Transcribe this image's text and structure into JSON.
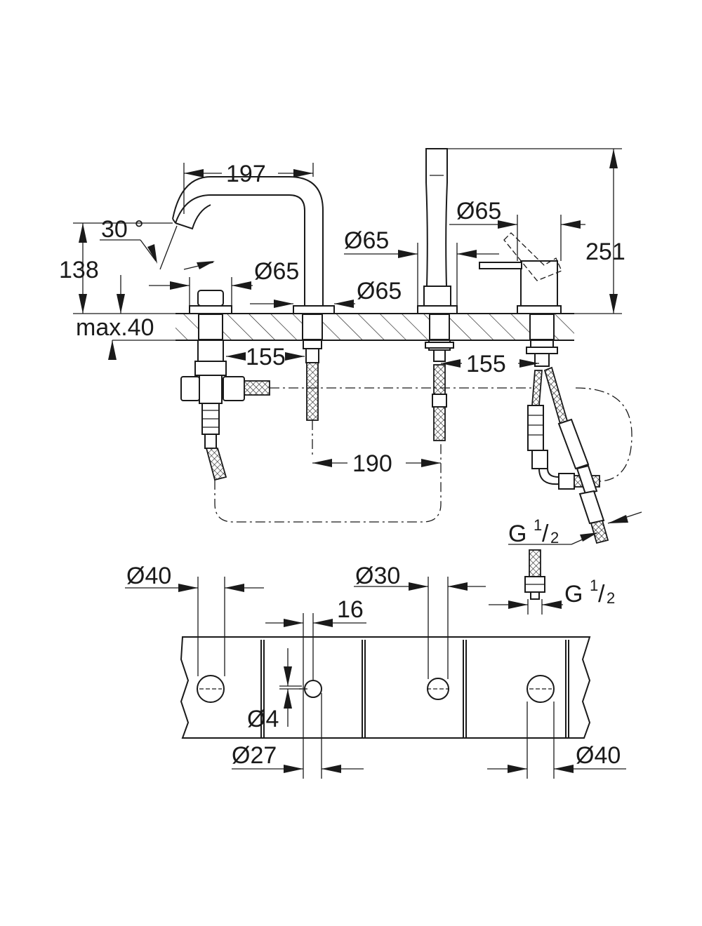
{
  "dimensions": {
    "spout_reach": "197",
    "spout_angle": "30 °",
    "spout_height": "138",
    "deck_thickness": "max.40",
    "spout_base_diameter": "Ø65",
    "spout_flange_diameter": "Ø65",
    "shower_diameter_left": "Ø65",
    "shower_diameter_right": "Ø65",
    "overall_height": "251",
    "spacing_left": "155",
    "spacing_right": "155",
    "spacing_middle": "190",
    "thread_1": {
      "base": "G",
      "num": "1",
      "den": "2"
    },
    "thread_2": {
      "base": "G",
      "num": "1",
      "den": "2"
    },
    "hole_40_left": "Ø40",
    "hole_30": "Ø30",
    "slot_16": "16",
    "hole_4": "Ø4",
    "hole_27": "Ø27",
    "hole_40_right": "Ø40"
  }
}
